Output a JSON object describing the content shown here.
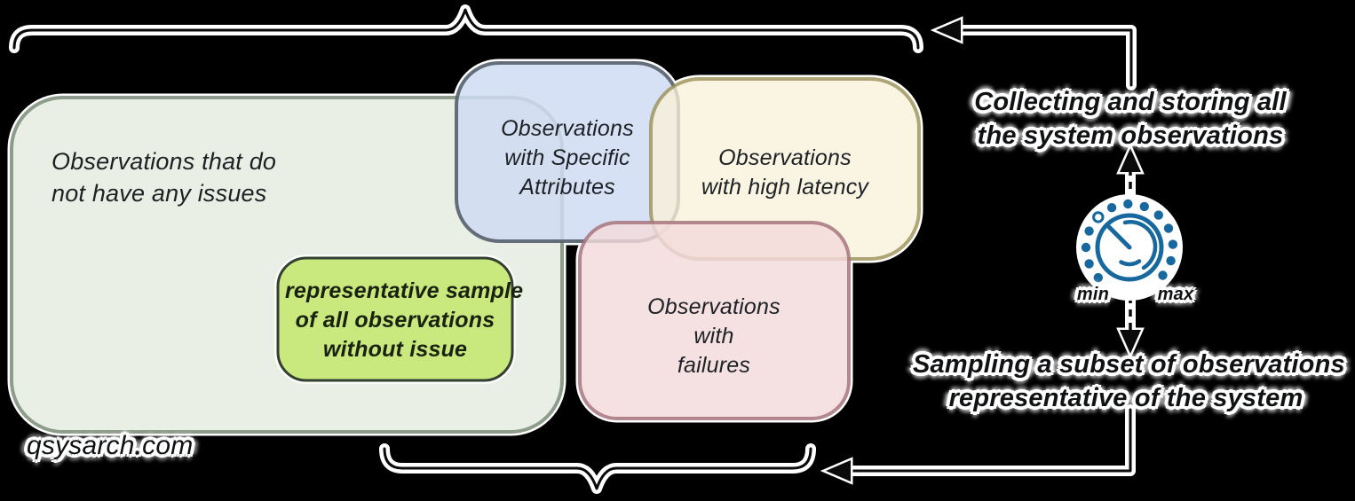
{
  "site_credit": "qsysarch.com",
  "boxes": {
    "all_observations": {
      "lines": [
        "Observations that do",
        "not have any issues"
      ]
    },
    "specific_attributes": {
      "lines": [
        "Observations",
        "with Specific",
        "Attributes"
      ]
    },
    "high_latency": {
      "lines": [
        "Observations",
        "with high latency"
      ]
    },
    "failures": {
      "lines": [
        "Observations",
        "with",
        "failures"
      ]
    },
    "representative_sample": {
      "lines": [
        "representative sample",
        "of all observations",
        "without issue"
      ]
    }
  },
  "annotations": {
    "collecting": {
      "lines": [
        "Collecting and storing all",
        "the system observations"
      ]
    },
    "sampling": {
      "lines": [
        "Sampling a subset of observations",
        "representative of the system"
      ]
    }
  },
  "dial": {
    "icon": "knob-dial-icon",
    "min_label": "min",
    "max_label": "max",
    "color": "#17689e"
  },
  "colors": {
    "all_observations_fill": "#e9efe4",
    "all_observations_border": "#8d9c8b",
    "specific_attributes_fill": "#cfdcf3",
    "specific_attributes_border": "#59636f",
    "high_latency_fill": "#f8f1da",
    "high_latency_border": "#94894e",
    "failures_fill": "#f4dadc",
    "failures_border": "#a7767e",
    "representative_sample_fill": "#c9e87e",
    "representative_sample_border": "#333f30",
    "line": "#0a0a0a",
    "halo": "#ffffff"
  }
}
